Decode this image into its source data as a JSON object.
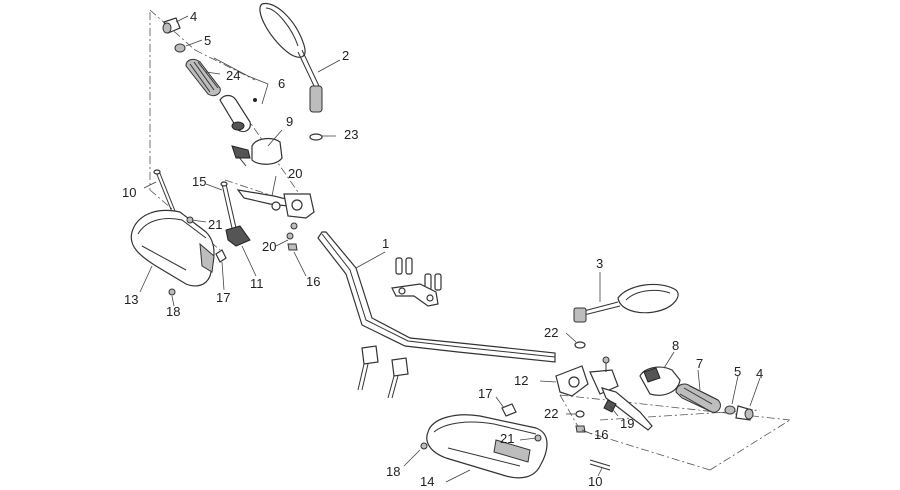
{
  "callouts": {
    "c1": "1",
    "c2": "2",
    "c3": "3",
    "c4_left": "4",
    "c4_right": "4",
    "c5_left": "5",
    "c5_right": "5",
    "c6": "6",
    "c7": "7",
    "c8": "8",
    "c9": "9",
    "c10_left": "10",
    "c10_bottom": "10",
    "c11": "11",
    "c12": "12",
    "c13": "13",
    "c14": "14",
    "c15": "15",
    "c16_left": "16",
    "c16_right": "16",
    "c17_left": "17",
    "c17_right": "17",
    "c18_left": "18",
    "c18_bottom": "18",
    "c19": "19",
    "c20_top": "20",
    "c20_mid": "20",
    "c21_left": "21",
    "c21_bottom": "21",
    "c22_top": "22",
    "c22_bottom": "22",
    "c23": "23",
    "c24": "24"
  }
}
